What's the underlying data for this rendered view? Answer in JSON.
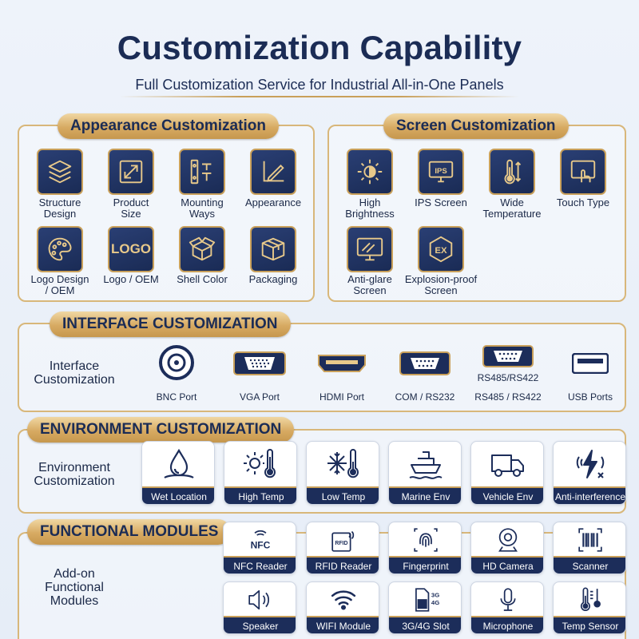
{
  "header": {
    "title": "Customization Capability",
    "subtitle": "Full Customization Service for Industrial All-in-One Panels"
  },
  "appearance": {
    "heading": "Appearance Customization",
    "items": [
      {
        "label": "Structure\nDesign",
        "icon": "layers-icon"
      },
      {
        "label": "Product\nSize",
        "icon": "resize-icon"
      },
      {
        "label": "Mounting\nWays",
        "icon": "screws-icon"
      },
      {
        "label": "Appearance",
        "icon": "pencil-ruler-icon"
      },
      {
        "label": "Logo Design\n/ OEM",
        "icon": "palette-icon"
      },
      {
        "label": "Logo / OEM",
        "icon": "logo-icon",
        "icon_text": "LOGO"
      },
      {
        "label": "Shell Color",
        "icon": "box-open-icon"
      },
      {
        "label": "Packaging",
        "icon": "package-icon"
      }
    ]
  },
  "screen": {
    "heading": "Screen Customization",
    "items": [
      {
        "label": "High\nBrightness",
        "icon": "sun-icon"
      },
      {
        "label": "IPS Screen",
        "icon": "ips-icon",
        "icon_text": "IPS"
      },
      {
        "label": "Wide\nTemperature",
        "icon": "thermometer-icon"
      },
      {
        "label": "Touch Type",
        "icon": "touch-icon"
      },
      {
        "label": "Anti-glare\nScreen",
        "icon": "monitor-icon"
      },
      {
        "label": "Explosion-proof\nScreen",
        "icon": "ex-shield-icon",
        "icon_text": "EX"
      }
    ]
  },
  "interface": {
    "heading": "INTERFACE CUSTOMIZATION",
    "side_label": "Interface\nCustomization",
    "ports": [
      {
        "label": "BNC Port",
        "icon": "bnc-port-icon"
      },
      {
        "label": "VGA Port",
        "icon": "vga-port-icon"
      },
      {
        "label": "HDMI Port",
        "icon": "hdmi-port-icon"
      },
      {
        "label": "COM / RS232",
        "icon": "com-port-icon"
      },
      {
        "label": "RS485 / RS422",
        "icon": "rs485-port-icon",
        "tag": "RS485/RS422"
      },
      {
        "label": "USB Ports",
        "icon": "usb-port-icon"
      }
    ]
  },
  "environment": {
    "heading": "ENVIRONMENT CUSTOMIZATION",
    "side_label": "Environment\nCustomization",
    "items": [
      {
        "label": "Wet Location",
        "icon": "water-drop-icon"
      },
      {
        "label": "High Temp",
        "icon": "sun-thermometer-icon"
      },
      {
        "label": "Low Temp",
        "icon": "snowflake-thermometer-icon"
      },
      {
        "label": "Marine Env",
        "icon": "ship-icon"
      },
      {
        "label": "Vehicle Env",
        "icon": "truck-icon"
      },
      {
        "label": "Anti-interference",
        "icon": "lightning-icon"
      }
    ]
  },
  "functional": {
    "heading": "FUNCTIONAL MODULES",
    "side_label": "Add-on\nFunctional\nModules",
    "row1": [
      {
        "label": "NFC Reader",
        "icon": "nfc-icon",
        "icon_text": "NFC"
      },
      {
        "label": "RFID Reader",
        "icon": "rfid-icon",
        "icon_text": "RFID"
      },
      {
        "label": "Fingerprint",
        "icon": "fingerprint-icon"
      },
      {
        "label": "HD Camera",
        "icon": "webcam-icon"
      },
      {
        "label": "Scanner",
        "icon": "barcode-icon"
      }
    ],
    "row2": [
      {
        "label": "Speaker",
        "icon": "speaker-icon"
      },
      {
        "label": "WIFI Module",
        "icon": "wifi-icon"
      },
      {
        "label": "3G/4G Slot",
        "icon": "sim-icon",
        "icon_text_1": "3G",
        "icon_text_2": "4G"
      },
      {
        "label": "Microphone",
        "icon": "microphone-icon"
      },
      {
        "label": "Temp Sensor",
        "icon": "temp-sensor-icon"
      }
    ]
  },
  "colors": {
    "navy": "#1b2c55",
    "gold": "#c9a05a",
    "bg": "#eef3fa"
  }
}
